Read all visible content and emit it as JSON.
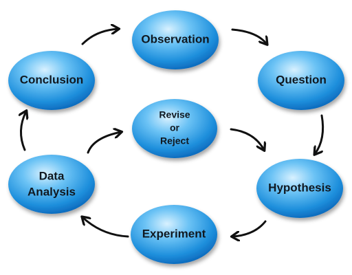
{
  "diagram": {
    "nodes": {
      "observation": {
        "label": "Observation"
      },
      "question": {
        "label": "Question"
      },
      "hypothesis": {
        "label": "Hypothesis"
      },
      "experiment": {
        "label": "Experiment"
      },
      "data_analysis": {
        "line1": "Data",
        "line2": "Analysis"
      },
      "conclusion": {
        "label": "Conclusion"
      },
      "revise": {
        "line1": "Revise",
        "line2": "or",
        "line3": "Reject"
      }
    }
  },
  "colors": {
    "node_dark": "#0a6fc4",
    "node_mid": "#2ea3ea",
    "node_light": "#bfe6ff",
    "arrow": "#111111",
    "text": "#101820"
  }
}
